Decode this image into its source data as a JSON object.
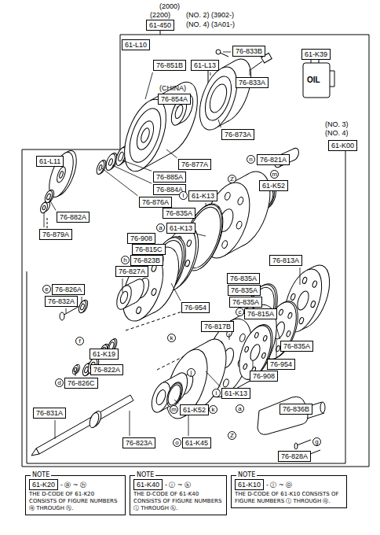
{
  "diagram": {
    "nodes": [
      {
        "text": [
          "61-450"
        ]
      },
      {
        "text": [
          "61-L10"
        ]
      },
      {
        "text": [
          "76-851B"
        ]
      },
      {
        "text": [
          "61-L13"
        ]
      },
      {
        "text": [
          "76-833B"
        ]
      },
      {
        "text": [
          "76-833A"
        ]
      },
      {
        "text": [
          "61-K39"
        ]
      },
      {
        "text": [
          "76-854A"
        ]
      },
      {
        "text": [
          "76-873A"
        ]
      },
      {
        "text": [
          "61-L11"
        ]
      },
      {
        "text": [
          "76-877A"
        ]
      },
      {
        "text": [
          "61-K00"
        ]
      },
      {
        "text": [
          "76-821A"
        ]
      },
      {
        "text": [
          "61-K13"
        ]
      },
      {
        "text": [
          "61-K52"
        ]
      },
      {
        "text": [
          "76-885A"
        ]
      },
      {
        "text": [
          "76-884A"
        ]
      },
      {
        "text": [
          "76-835A"
        ]
      },
      {
        "text": [
          "76-876A"
        ]
      },
      {
        "text": [
          "61-K13"
        ]
      },
      {
        "text": [
          "76-908"
        ]
      },
      {
        "text": [
          "76-815C"
        ]
      },
      {
        "text": [
          "76-823B"
        ]
      },
      {
        "text": [
          "76-827A"
        ]
      },
      {
        "text": [
          "76-882A"
        ]
      },
      {
        "text": [
          "76-879A"
        ]
      },
      {
        "text": [
          "76-813A"
        ]
      },
      {
        "text": [
          "76-835A"
        ]
      },
      {
        "text": [
          "76-835A"
        ]
      },
      {
        "text": [
          "76-835A"
        ]
      },
      {
        "text": [
          "76-815A"
        ]
      },
      {
        "text": [
          "76-954"
        ]
      },
      {
        "text": [
          "76-826A"
        ]
      },
      {
        "text": [
          "76-832A"
        ]
      },
      {
        "text": [
          "76-817B"
        ]
      },
      {
        "text": [
          "76-835A"
        ]
      },
      {
        "text": [
          "61-K19"
        ]
      },
      {
        "text": [
          "76-822A"
        ]
      },
      {
        "text": [
          "76-954"
        ]
      },
      {
        "text": [
          "76-908"
        ]
      },
      {
        "text": [
          "76-826C"
        ]
      },
      {
        "text": [
          "61-K13"
        ]
      },
      {
        "text": [
          "76-836B"
        ]
      },
      {
        "text": [
          "61-K52"
        ]
      },
      {
        "text": [
          "76-831A"
        ]
      },
      {
        "text": [
          "76-823A"
        ]
      },
      {
        "text": [
          "61-K45"
        ]
      },
      {
        "text": [
          "76-828A"
        ]
      },
      {
        "text": [
          "NOTE",
          "THE D-CODE OF 61-K20 CONSISTS OF FIGURE NUMBERS ⓐ THROUGH ⓗ."
        ]
      },
      {
        "text": [
          "61-K20"
        ],
        "in": 48
      },
      {
        "text": [
          "NOTE",
          "THE D-CODE OF 61-K40 CONSISTS OF FIGURE NUMBERS ⓘ THROUGH ⓚ."
        ]
      },
      {
        "text": [
          "61-K40"
        ],
        "in": 50
      },
      {
        "text": [
          "NOTE",
          "THE D-CODE OF 61-K10 CONSISTS OF FIGURE NUMBERS ⓛ THROUGH ⓞ."
        ]
      },
      {
        "text": [
          "61-K10"
        ],
        "in": 52
      }
    ],
    "labels": [
      "(2000)",
      "(2200)",
      "(NO. 2) (3902-)",
      "(NO. 4) (3A01-)",
      "(CHINA)",
      "OIL",
      "(NO. 3)",
      "(NO. 4)",
      "n",
      "m",
      "Z",
      "l",
      "a",
      "h",
      "e",
      "c",
      "f",
      "k",
      "d",
      "i",
      "m",
      "k",
      "a",
      "o",
      "Z",
      "g",
      "j",
      "- ⓐ ~ ⓗ",
      "- ⓘ ~ ⓚ",
      "- ⓛ ~ ⓞ"
    ]
  }
}
